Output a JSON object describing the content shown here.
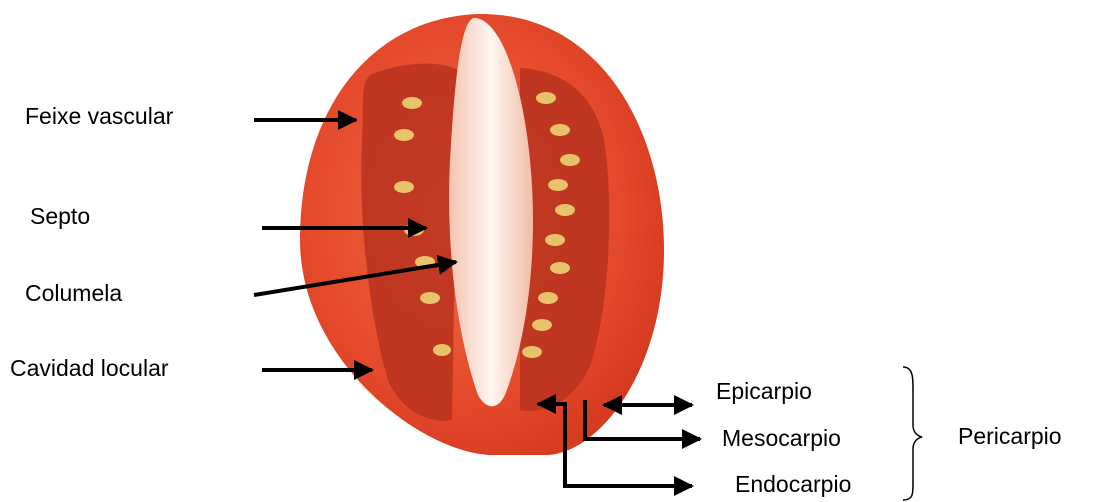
{
  "labels": {
    "feixe": "Feixe vascular",
    "septo": "Septo",
    "columela": "Columela",
    "cavidad": "Cavidad locular",
    "epicarpio": "Epicarpio",
    "mesocarpio": "Mesocarpio",
    "endocarpio": "Endocarpio",
    "pericarpio": "Pericarpio"
  },
  "colors": {
    "skin": "#e8482a",
    "flesh": "#d9442a",
    "locule": "#b52f1c",
    "columella": "#fbeee6",
    "seed": "#e9c36a",
    "arrow": "#000000"
  }
}
